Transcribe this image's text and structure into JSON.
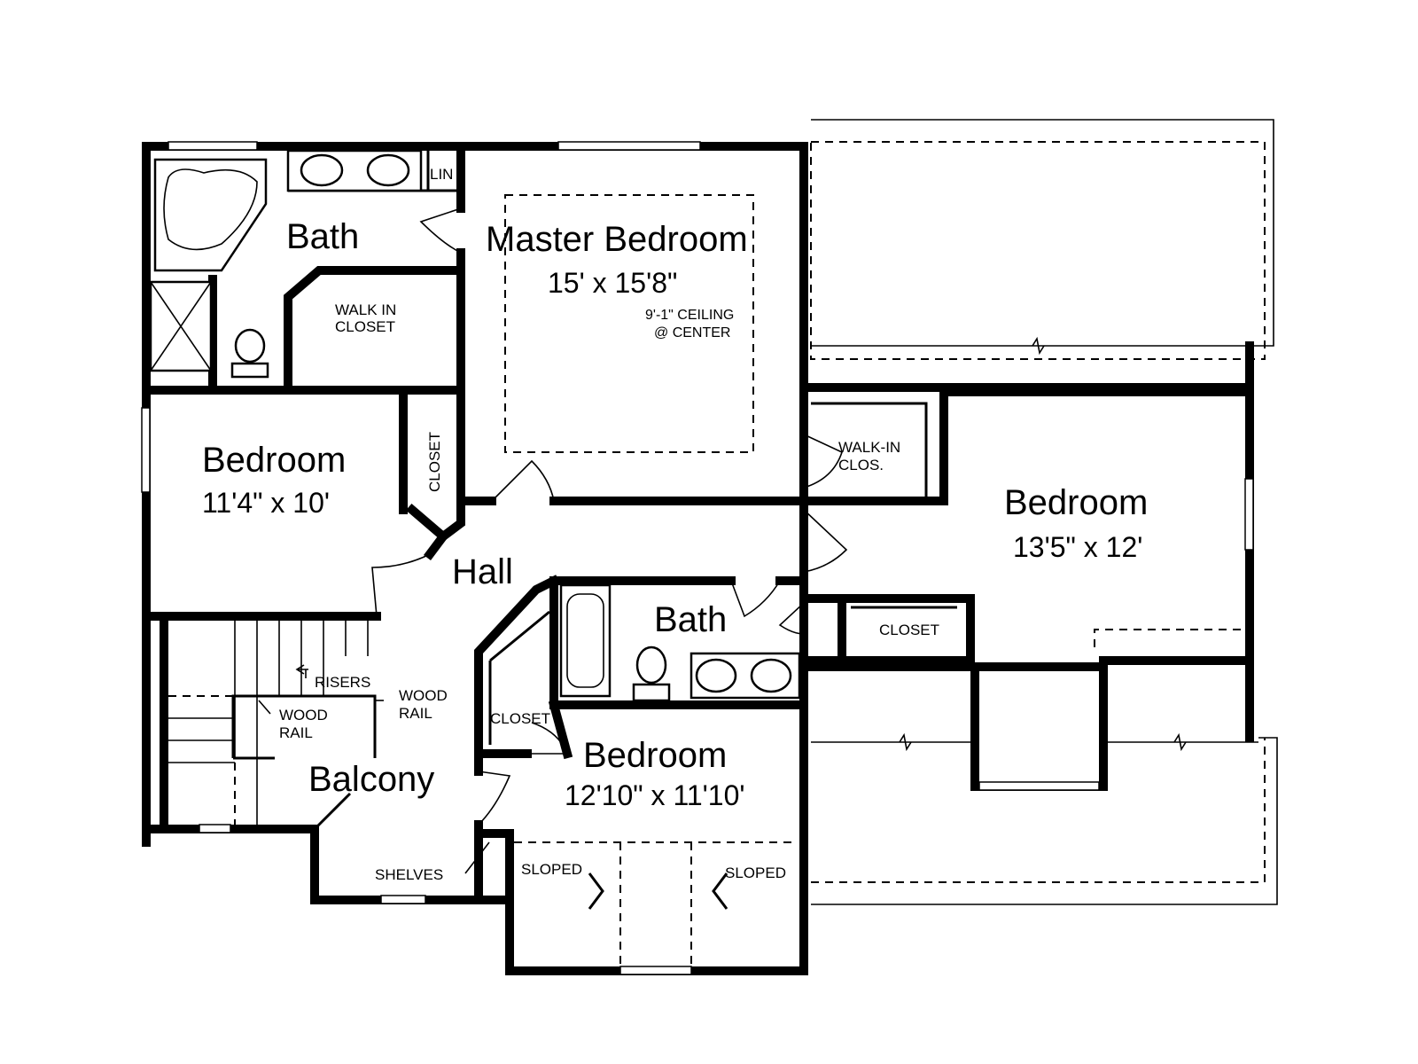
{
  "rooms": {
    "bath_master": {
      "name": "Bath"
    },
    "lin": {
      "name": "LIN"
    },
    "walk_in_closet": {
      "line1": "WALK IN",
      "line2": "CLOSET"
    },
    "master_bedroom": {
      "name": "Master Bedroom",
      "dims": "15' x 15'8\"",
      "note1": "9'-1\" CEILING",
      "note2": "@ CENTER"
    },
    "bedroom_left": {
      "name": "Bedroom",
      "dims": "11'4\" x 10'"
    },
    "closet_left": {
      "name": "CLOSET"
    },
    "walk_in_clos": {
      "line1": "WALK-IN",
      "line2": "CLOS."
    },
    "bedroom_right": {
      "name": "Bedroom",
      "dims": "13'5\" x 12'"
    },
    "hall": {
      "name": "Hall"
    },
    "bath_hall": {
      "name": "Bath"
    },
    "closet_right": {
      "name": "CLOSET"
    },
    "closet_center": {
      "name": "CLOSET"
    },
    "bedroom_bottom": {
      "name": "Bedroom",
      "dims": "12'10\" x 11'10'"
    },
    "balcony": {
      "name": "Balcony"
    }
  },
  "annotations": {
    "risers": "RISERS",
    "wood_rail_right": {
      "line1": "WOOD",
      "line2": "RAIL"
    },
    "wood_rail_left": {
      "line1": "WOOD",
      "line2": "RAIL"
    },
    "shelves": "SHELVES",
    "sloped_left": "SLOPED",
    "sloped_right": "SLOPED"
  }
}
